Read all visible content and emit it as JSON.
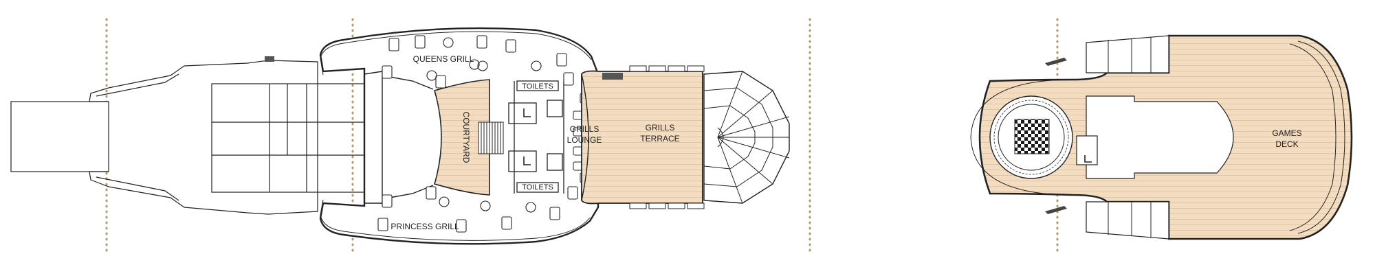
{
  "labels": {
    "queens_grill": "QUEENS GRILL",
    "princess_grill": "PRINCESS GRILL",
    "courtyard": "COURTYARD",
    "toilets_top": "TOILETS",
    "toilets_bottom": "TOILETS",
    "grills_lounge_1": "GRILLS",
    "grills_lounge_2": "LOUNGE",
    "grills_terrace_1": "GRILLS",
    "grills_terrace_2": "TERRACE",
    "games_deck_1": "GAMES",
    "games_deck_2": "DECK"
  },
  "colors": {
    "deck_fill": "#f3dcc0",
    "deck_plank": "#e3c49f",
    "outline": "#222222",
    "divider": "#b79a66",
    "checker": "#1a1a1a"
  }
}
